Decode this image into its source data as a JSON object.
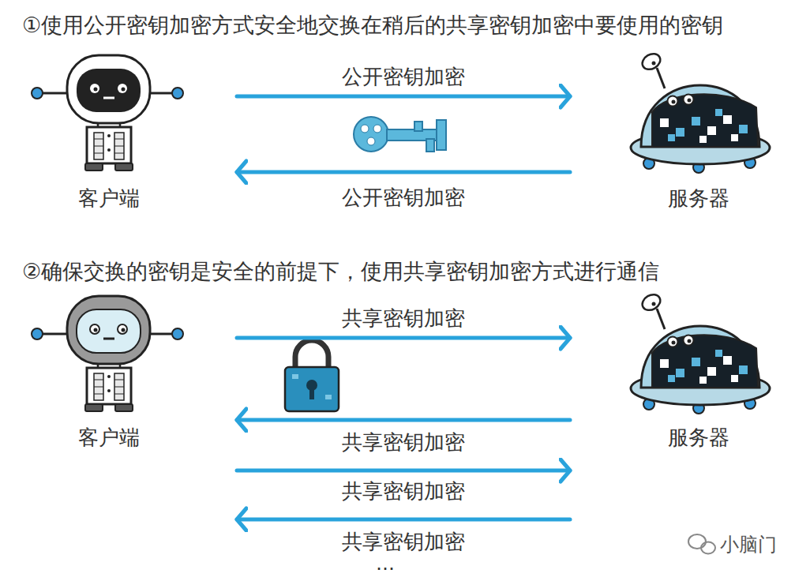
{
  "diagram": {
    "nodes": [
      {
        "text": [
          "客户端"
        ]
      },
      {
        "text": [
          "服务器"
        ]
      },
      {
        "text": [
          "客户端"
        ]
      },
      {
        "text": [
          "服务器"
        ]
      }
    ],
    "edges": [
      {
        "from": 0,
        "to": 1,
        "label": "公开密钥加密",
        "arrow": "to"
      },
      {
        "from": 1,
        "to": 0,
        "label": "公开密钥加密",
        "arrow": "to"
      },
      {
        "from": 2,
        "to": 3,
        "label": "共享密钥加密",
        "arrow": "to"
      },
      {
        "from": 3,
        "to": 2,
        "label": "共享密钥加密",
        "arrow": "to"
      },
      {
        "from": 2,
        "to": 3,
        "label": "共享密钥加密",
        "arrow": "to"
      },
      {
        "from": 3,
        "to": 2,
        "label": "共享密钥加密",
        "arrow": "to"
      }
    ],
    "labels": [
      "①使用公开密钥加密方式安全地交换在稍后的共享密钥加密中要使用的密钥",
      "②确保交换的密钥是安全的前提下，使用共享密钥加密方式进行通信",
      "…",
      "小脑门"
    ]
  }
}
